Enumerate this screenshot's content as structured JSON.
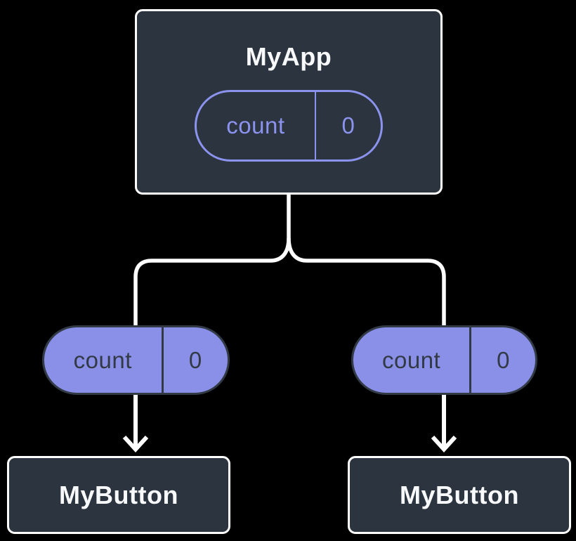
{
  "colors": {
    "background": "#000000",
    "box_fill": "#2c343f",
    "box_border": "#ffffff",
    "box_title_text": "#f7f9fb",
    "state_pill_fill": "#8a90e8",
    "state_pill_outline": "#8b93ee",
    "state_pill_dark": "#323a46",
    "connector": "#ffffff"
  },
  "root": {
    "title": "MyApp",
    "state": {
      "label": "count",
      "value": "0"
    }
  },
  "children": [
    {
      "title": "MyButton",
      "state": {
        "label": "count",
        "value": "0"
      }
    },
    {
      "title": "MyButton",
      "state": {
        "label": "count",
        "value": "0"
      }
    }
  ]
}
